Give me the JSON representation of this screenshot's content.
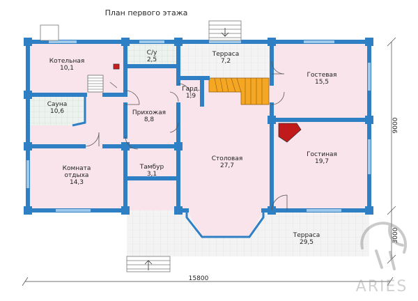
{
  "title": "План первого этажа",
  "rooms": [
    {
      "id": "kotelnaya",
      "name": "Котельная",
      "area": "10,1"
    },
    {
      "id": "su",
      "name": "С/у",
      "area": "2,5"
    },
    {
      "id": "terrasa-top",
      "name": "Терраса",
      "area": "7,2"
    },
    {
      "id": "gostevaya",
      "name": "Гостевая",
      "area": "15,5"
    },
    {
      "id": "sauna",
      "name": "Сауна",
      "area": "10,6"
    },
    {
      "id": "prihozhaya",
      "name": "Прихожая",
      "area": "8,8"
    },
    {
      "id": "gard",
      "name": "Гард.",
      "area": "1,9"
    },
    {
      "id": "stolovaya",
      "name": "Столовая",
      "area": "27,7"
    },
    {
      "id": "gostinaya",
      "name": "Гостиная",
      "area": "19,7"
    },
    {
      "id": "komnata",
      "name": "Комната отдыха",
      "area": "14,3"
    },
    {
      "id": "tambur",
      "name": "Тамбур",
      "area": "3,1"
    },
    {
      "id": "terrasa-bottom",
      "name": "Терраса",
      "area": "29,5"
    }
  ],
  "dimensions": {
    "width": "15800",
    "height_upper": "9000",
    "height_lower": "3000"
  },
  "watermark": "ARIES",
  "colors": {
    "wall": "#2e7fc4",
    "room": "#f8e4ea",
    "sauna": "#d9ece1",
    "terrace": "#eeeeee",
    "stairs": "#f5a623"
  }
}
